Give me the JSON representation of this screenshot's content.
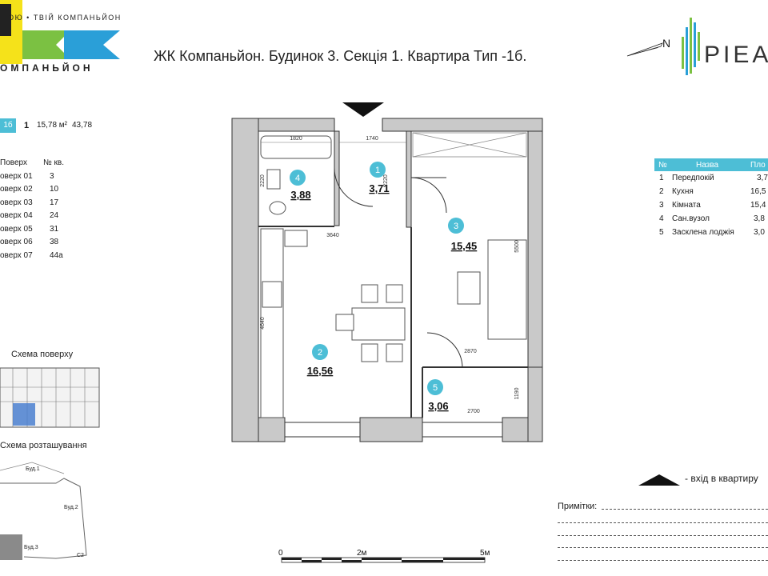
{
  "logo": {
    "slogan": "ЮЮ • ТВІЙ КОМПАНЬЙОН",
    "brand": "ОМПАНЬЙОН"
  },
  "title": "ЖК Компаньйон. Будинок 3. Секція 1. Квартира Тип -1б.",
  "compass": {
    "north_label": "N"
  },
  "developer_logo": {
    "text": "PIEA"
  },
  "apartment_info": {
    "type_label": "1б",
    "rooms": "1",
    "living_area": "15,78 м²",
    "total_area": "43,78"
  },
  "floors_table": {
    "headers": [
      "Поверх",
      "№ кв."
    ],
    "rows": [
      {
        "floor": "оверх 01",
        "apt": "3"
      },
      {
        "floor": "оверх 02",
        "apt": "10"
      },
      {
        "floor": "оверх 03",
        "apt": "17"
      },
      {
        "floor": "оверх 04",
        "apt": "24"
      },
      {
        "floor": "оверх 05",
        "apt": "31"
      },
      {
        "floor": "оверх 06",
        "apt": "38"
      },
      {
        "floor": "оверх 07",
        "apt": "44а"
      }
    ]
  },
  "rooms_table": {
    "headers": [
      "№",
      "Назва",
      "Пло"
    ],
    "rows": [
      {
        "n": "1",
        "name": "Передпокій",
        "area": "3,7"
      },
      {
        "n": "2",
        "name": "Кухня",
        "area": "16,5"
      },
      {
        "n": "3",
        "name": "Кімната",
        "area": "15,4"
      },
      {
        "n": "4",
        "name": "Сан.вузол",
        "area": "3,8"
      },
      {
        "n": "5",
        "name": "Засклена лоджія",
        "area": "3,0"
      }
    ]
  },
  "plan": {
    "rooms": [
      {
        "num": "1",
        "area": "3,71"
      },
      {
        "num": "2",
        "area": "16,56"
      },
      {
        "num": "3",
        "area": "15,45"
      },
      {
        "num": "4",
        "area": "3,88"
      },
      {
        "num": "5",
        "area": "3,06"
      }
    ],
    "dimensions": [
      "1820",
      "1740",
      "2220",
      "2220",
      "3640",
      "4640",
      "5500",
      "2870",
      "1190",
      "2700"
    ]
  },
  "schema_floor_title": "Схема поверху",
  "schema_location_title": "Схема розташування",
  "buildings": [
    "Буд.1",
    "Буд.2",
    "Буд.3",
    "С2"
  ],
  "scale": {
    "labels": [
      "0",
      "2м",
      "5м"
    ]
  },
  "legend": {
    "entrance": "-  вхід в квартиру"
  },
  "notes": {
    "label": "Примітки:"
  },
  "colors": {
    "accent": "#4dbed6",
    "wall": "#c8c8c8",
    "logo_green": "#7bc142",
    "logo_blue": "#2a9fd8",
    "logo_yellow": "#f5e21a"
  }
}
